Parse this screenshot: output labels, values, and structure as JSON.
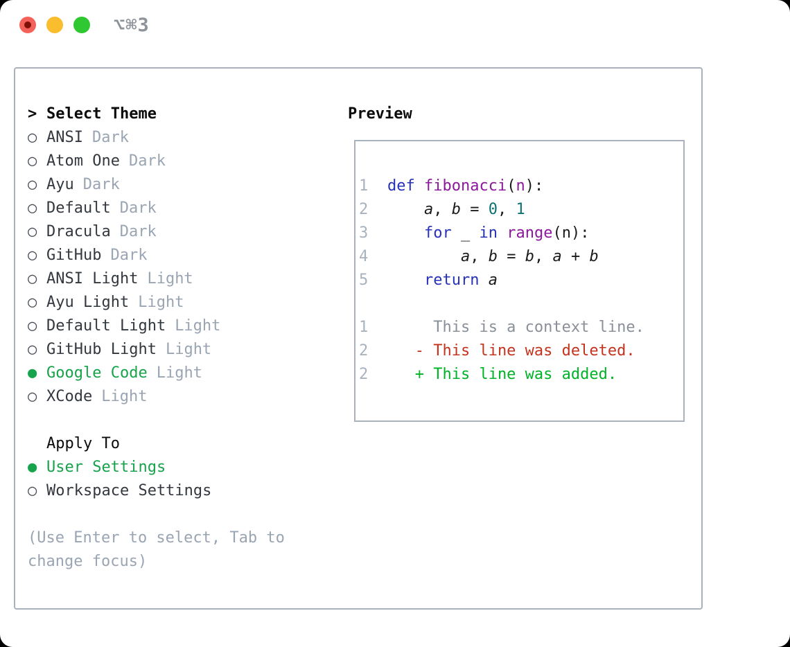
{
  "window": {
    "title": "⌥⌘3"
  },
  "markers": {
    "selected": "●",
    "unselected": "○",
    "heading": ">"
  },
  "colors": {
    "accent_green": "#16a34a",
    "muted_label": "#9aa5b3",
    "panel_border": "#a9b1bc",
    "traffic_red": "#f4615a",
    "traffic_yellow": "#f9bd2e",
    "traffic_green": "#2fc832",
    "syntax_keyword": "#2832b8",
    "syntax_function": "#8c189c",
    "syntax_number": "#0c7171",
    "diff_deleted": "#c3331d",
    "diff_added": "#00b326"
  },
  "theme_list": {
    "heading": "Select Theme",
    "items": [
      {
        "name": "ANSI",
        "variant": "Dark",
        "selected": false
      },
      {
        "name": "Atom One",
        "variant": "Dark",
        "selected": false
      },
      {
        "name": "Ayu",
        "variant": "Dark",
        "selected": false
      },
      {
        "name": "Default",
        "variant": "Dark",
        "selected": false
      },
      {
        "name": "Dracula",
        "variant": "Dark",
        "selected": false
      },
      {
        "name": "GitHub",
        "variant": "Dark",
        "selected": false
      },
      {
        "name": "ANSI Light",
        "variant": "Light",
        "selected": false
      },
      {
        "name": "Ayu Light",
        "variant": "Light",
        "selected": false
      },
      {
        "name": "Default Light",
        "variant": "Light",
        "selected": false
      },
      {
        "name": "GitHub Light",
        "variant": "Light",
        "selected": false
      },
      {
        "name": "Google Code",
        "variant": "Light",
        "selected": true
      },
      {
        "name": "XCode",
        "variant": "Light",
        "selected": false
      }
    ]
  },
  "apply_to": {
    "heading": "Apply To",
    "options": [
      {
        "name": "User Settings",
        "selected": true
      },
      {
        "name": "Workspace Settings",
        "selected": false
      }
    ]
  },
  "help_text": "(Use Enter to select, Tab to change focus)",
  "preview": {
    "heading": "Preview",
    "code_lines": [
      {
        "num": "1",
        "segs": [
          {
            "t": "def",
            "c": "kw"
          },
          {
            "t": " ",
            "c": "pl"
          },
          {
            "t": "fibonacci",
            "c": "fn"
          },
          {
            "t": "(",
            "c": "pl"
          },
          {
            "t": "n",
            "c": "fn"
          },
          {
            "t": "):",
            "c": "pl"
          }
        ]
      },
      {
        "num": "2",
        "segs": [
          {
            "t": "    ",
            "c": "pl"
          },
          {
            "t": "a",
            "c": "var"
          },
          {
            "t": ", ",
            "c": "pl"
          },
          {
            "t": "b",
            "c": "var"
          },
          {
            "t": " = ",
            "c": "pl"
          },
          {
            "t": "0",
            "c": "num"
          },
          {
            "t": ", ",
            "c": "pl"
          },
          {
            "t": "1",
            "c": "num"
          }
        ]
      },
      {
        "num": "3",
        "segs": [
          {
            "t": "    ",
            "c": "pl"
          },
          {
            "t": "for",
            "c": "kw"
          },
          {
            "t": " _ ",
            "c": "pl"
          },
          {
            "t": "in",
            "c": "kw"
          },
          {
            "t": " ",
            "c": "pl"
          },
          {
            "t": "range",
            "c": "fn"
          },
          {
            "t": "(n):",
            "c": "pl"
          }
        ]
      },
      {
        "num": "4",
        "segs": [
          {
            "t": "        ",
            "c": "pl"
          },
          {
            "t": "a",
            "c": "var"
          },
          {
            "t": ", ",
            "c": "pl"
          },
          {
            "t": "b",
            "c": "var"
          },
          {
            "t": " = ",
            "c": "pl"
          },
          {
            "t": "b",
            "c": "var"
          },
          {
            "t": ", ",
            "c": "pl"
          },
          {
            "t": "a",
            "c": "var"
          },
          {
            "t": " + ",
            "c": "pl"
          },
          {
            "t": "b",
            "c": "var"
          }
        ]
      },
      {
        "num": "5",
        "segs": [
          {
            "t": "    ",
            "c": "pl"
          },
          {
            "t": "return",
            "c": "kw"
          },
          {
            "t": " ",
            "c": "pl"
          },
          {
            "t": "a",
            "c": "var"
          }
        ]
      }
    ],
    "diff_lines": [
      {
        "num": "1",
        "text": "     This is a context line.",
        "kind": "ctx"
      },
      {
        "num": "2",
        "text": "   - This line was deleted.",
        "kind": "del"
      },
      {
        "num": "2",
        "text": "   + This line was added.",
        "kind": "add"
      }
    ]
  }
}
